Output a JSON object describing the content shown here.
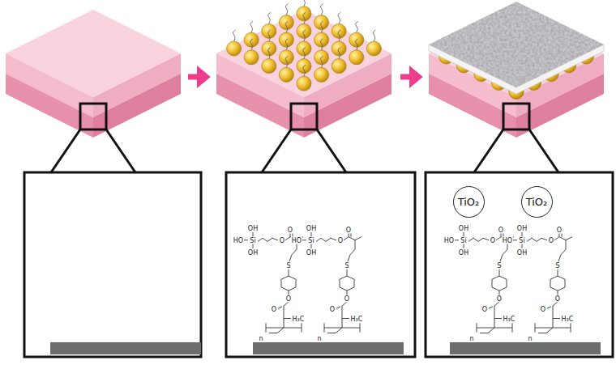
{
  "diagram": {
    "nodes": [
      {
        "text": [
          "TiO₂"
        ]
      },
      {
        "text": [
          "TiO₂"
        ]
      }
    ],
    "labels": [
      "OH",
      "HO",
      "Si",
      "OH",
      "O",
      "O",
      "S",
      "O",
      "O",
      "H₃C",
      "n",
      "OH",
      "HO",
      "Si",
      "OH",
      "O",
      "O",
      "S",
      "O",
      "O",
      "H₃C",
      "n",
      "OH",
      "HO",
      "Si",
      "OH",
      "O",
      "O",
      "S",
      "O",
      "O",
      "H₃C",
      "n",
      "OH",
      "HO",
      "Si",
      "OH",
      "O",
      "O",
      "S",
      "O",
      "O",
      "H₃C",
      "n"
    ]
  }
}
